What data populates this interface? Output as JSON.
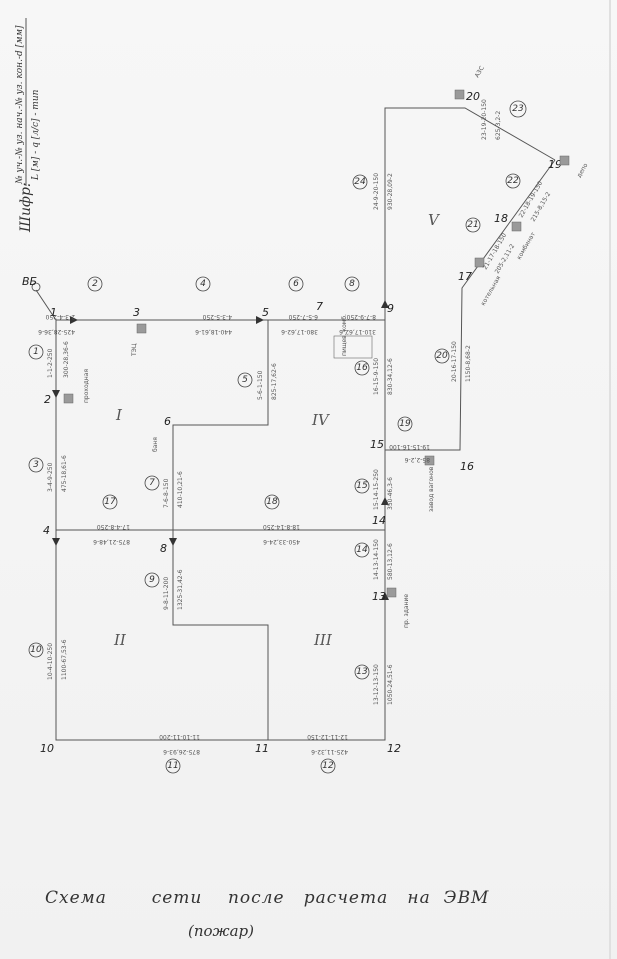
{
  "cipher": {
    "label": "Шифр:",
    "numerator": "№ уч.-№ уз. нач.-№ уз. кон.-d [мм]",
    "denominator": "L [м] - q [л/с] - тип"
  },
  "nodes": [
    {
      "id": "1",
      "label": "1"
    },
    {
      "id": "2",
      "label": "2"
    },
    {
      "id": "3",
      "label": "3"
    },
    {
      "id": "4",
      "label": "4"
    },
    {
      "id": "5",
      "label": "5"
    },
    {
      "id": "6",
      "label": "6"
    },
    {
      "id": "7",
      "label": "7"
    },
    {
      "id": "8",
      "label": "8"
    },
    {
      "id": "9",
      "label": "9"
    },
    {
      "id": "10",
      "label": "10"
    },
    {
      "id": "11",
      "label": "11"
    },
    {
      "id": "12",
      "label": "12"
    },
    {
      "id": "13",
      "label": "13"
    },
    {
      "id": "14",
      "label": "14"
    },
    {
      "id": "15",
      "label": "15"
    },
    {
      "id": "16",
      "label": "16"
    },
    {
      "id": "17",
      "label": "17"
    },
    {
      "id": "18",
      "label": "18"
    },
    {
      "id": "19",
      "label": "19"
    },
    {
      "id": "20",
      "label": "20"
    },
    {
      "id": "BS",
      "label": "ВБ"
    }
  ],
  "sections": [
    "1",
    "2",
    "3",
    "4",
    "5",
    "6",
    "7",
    "8",
    "9",
    "10",
    "11",
    "12",
    "13",
    "14",
    "15",
    "16",
    "17",
    "18",
    "19",
    "20",
    "21",
    "22",
    "23",
    "24"
  ],
  "rings": [
    "I",
    "II",
    "III",
    "IV",
    "V"
  ],
  "consumers": {
    "proh": "проходная",
    "tc": "ТЭЦ",
    "bath": "баня",
    "plant": "пищев. комб.",
    "zavod": "завод вагонов",
    "pr_zdanie": "пр. здание",
    "kotelnaya": "котельная",
    "kombinat": "комбинат",
    "depo": "депо",
    "azs": "АЗС"
  },
  "section_labels": {
    "s1a": "1-1-2-250",
    "s1b": "300-28,36-6",
    "s2a": "2-3-4-250",
    "s2b": "425-28,36-6",
    "s3a": "3-4-9-250",
    "s3b": "475-18,61-6",
    "s4a": "4-3-5-250",
    "s4b": "440-18,61-6",
    "s5a": "5-6-1-150",
    "s5b": "825-17,62-6",
    "s6a": "6-5-7-250",
    "s6b": "380-17,62-6",
    "s7a": "7-6-8-150",
    "s7b": "410-10,21-6",
    "s8a": "8-7-9-250",
    "s8b": "310-17,62-6",
    "s9a": "9-8-11-200",
    "s9b": "1325-31,42-6",
    "s10a": "10-4-10-250",
    "s10b": "1100-67,53-6",
    "s11a": "11-10-11-200",
    "s11b": "875-26,93-6",
    "s12a": "12-11-12-150",
    "s12b": "425-11,32-6",
    "s13a": "13-12-13-150",
    "s13b": "1050-24,51-6",
    "s14a": "14-13-14-150",
    "s14b": "580-13,12-6",
    "s15a": "15-14-15-250",
    "s15b": "350-46,3-6",
    "s16a": "16-15-9-150",
    "s16b": "830-34,12-6",
    "s17a": "17-4-8-250",
    "s17b": "875-21,48-6",
    "s18a": "18-8-14-250",
    "s18b": "450-33,24-6",
    "s19a": "19-15-16-100",
    "s19b": "85-2,2-6",
    "s20a": "20-16-17-150",
    "s20b": "1150-8,68-2",
    "s21a": "21-17-18-150",
    "s21b": "205-2,11-2",
    "s22a": "22-18-19-150",
    "s22b": "215-8,15-2",
    "s23a": "23-19-20-150",
    "s23b": "625-3,2-2",
    "s24a": "24-9-20-150",
    "s24b": "930-28,09-2"
  },
  "caption": {
    "line1": "Схема       сети    после   расчета   на  ЭВМ",
    "line2": "(пожар)"
  }
}
